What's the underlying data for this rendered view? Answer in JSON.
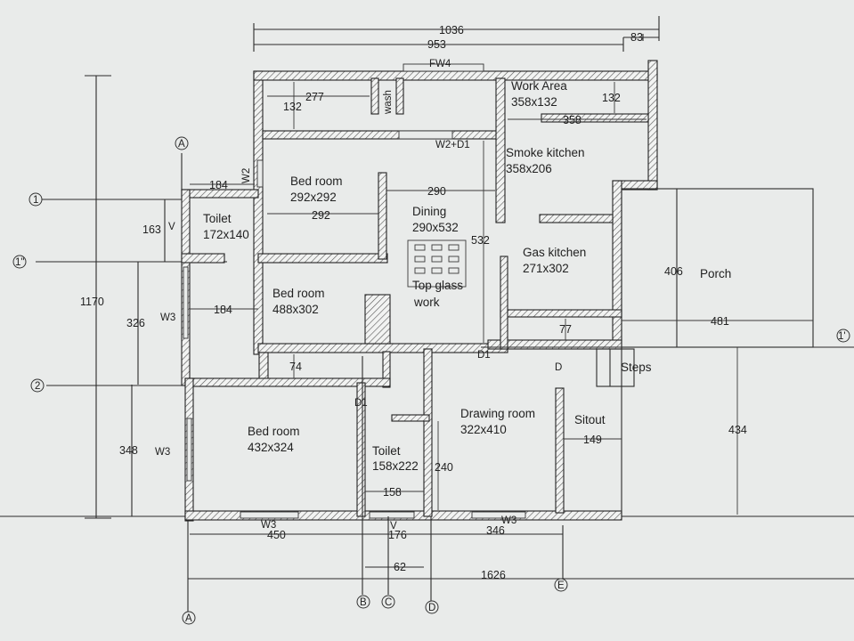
{
  "dimensions": {
    "overall_top": "1036",
    "inner_top": "953",
    "right_top": "83",
    "overall_left": "1170",
    "overall_bottom": "1626",
    "wash_width": "277",
    "wash_height": "132",
    "work_area_height": "132",
    "work_area_width": "358",
    "toilet_width": "184",
    "toilet_height": "163",
    "bed1_width": "292",
    "dining_width": "290",
    "dining_height": "532",
    "mid_left": "326",
    "passage": "184",
    "small_74": "74",
    "porch_height": "406",
    "porch_width": "481",
    "gas_small": "77",
    "lower_left": "348",
    "sitout_width": "149",
    "right_434": "434",
    "drawing_240": "240",
    "toilet_158": "158",
    "bottom_450": "450",
    "bottom_176": "176",
    "bottom_346": "346",
    "bottom_62": "62"
  },
  "rooms": {
    "work_area": {
      "name": "Work Area",
      "size": "358x132"
    },
    "smoke_kitchen": {
      "name": "Smoke kitchen",
      "size": "358x206"
    },
    "bed_room_1": {
      "name": "Bed room",
      "size": "292x292"
    },
    "toilet_1": {
      "name": "Toilet",
      "size": "172x140"
    },
    "dining": {
      "name": "Dining",
      "size": "290x532"
    },
    "gas_kitchen": {
      "name": "Gas kitchen",
      "size": "271x302"
    },
    "bed_room_2": {
      "name": "Bed room",
      "size": "488x302"
    },
    "porch": {
      "name": "Porch"
    },
    "steps": {
      "name": "Steps"
    },
    "drawing_room": {
      "name": "Drawing room",
      "size": "322x410"
    },
    "sitout": {
      "name": "Sitout"
    },
    "bed_room_3": {
      "name": "Bed room",
      "size": "432x324"
    },
    "toilet_2": {
      "name": "Toilet",
      "size": "158x222"
    },
    "glass_work": {
      "line1": "Top glass",
      "line2": "work"
    },
    "wash": "wash"
  },
  "openings": {
    "fw4": "FW4",
    "w2": "W2",
    "w2_d1": "W2+D1",
    "w3_left_upper": "W3",
    "w3_left_lower": "W3",
    "w3_bottom_left": "W3",
    "w3_bottom_right": "W3",
    "d1_mid": "D1",
    "d1_center": "D1",
    "d_center": "D",
    "v_toilet": "V",
    "v_bottom": "V"
  },
  "grid_markers": {
    "left": [
      "A",
      "1",
      "1\"",
      "2"
    ],
    "bottom": [
      "A",
      "B",
      "C",
      "D",
      "E"
    ],
    "right": [
      "1'"
    ]
  }
}
